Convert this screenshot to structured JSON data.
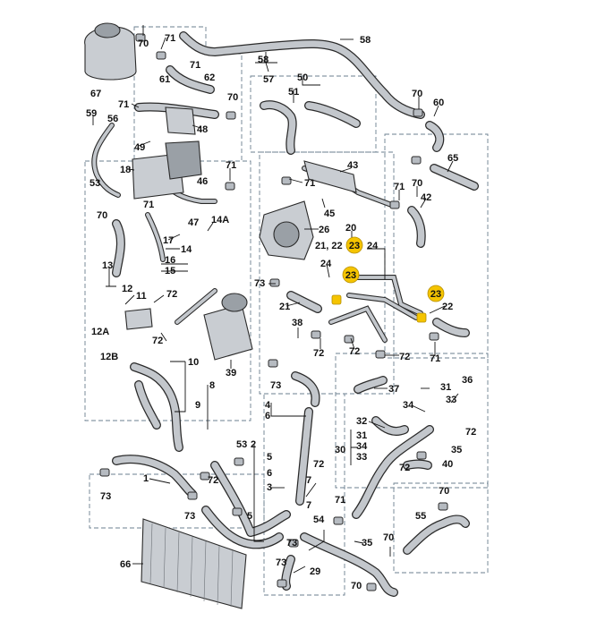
{
  "labels": {
    "l70a": "70",
    "l71a": "71",
    "l71b": "71",
    "l58": "58",
    "l67": "67",
    "l61": "61",
    "l62": "62",
    "l70b": "70",
    "l58b": "58",
    "l57": "57",
    "l50": "50",
    "l51": "51",
    "l70c": "70",
    "l60": "60",
    "l59": "59",
    "l56": "56",
    "l71c": "71",
    "l48": "48",
    "l49": "49",
    "l65": "65",
    "l18": "18",
    "l43": "43",
    "l71d": "71",
    "l71e": "71",
    "l53": "53",
    "l46": "46",
    "l42": "42",
    "l71f": "71",
    "l70d": "70",
    "l71g": "71",
    "l45": "45",
    "l47": "47",
    "l14A": "14A",
    "l17": "17",
    "l20": "20",
    "l26": "26",
    "l14": "14",
    "l16": "16",
    "l2122": "21, 22",
    "l24a": "24",
    "l15": "15",
    "l13": "13",
    "l24b": "24",
    "l12": "12",
    "l73a": "73",
    "l72a": "72",
    "l11": "11",
    "l21": "21",
    "l22": "22",
    "l38": "38",
    "l12A": "12A",
    "l72b": "72",
    "l72c": "72",
    "l72d": "72",
    "l72e": "72",
    "l12B": "12B",
    "l39": "39",
    "l71h": "71",
    "l10": "10",
    "l73b": "73",
    "l36": "36",
    "l8": "8",
    "l37": "37",
    "l31a": "31",
    "l4": "4",
    "l33a": "33",
    "l9": "9",
    "l34a": "34",
    "l6a": "6",
    "l32": "32",
    "l31b": "31",
    "l72f": "72",
    "l30": "30",
    "l34b": "34",
    "l35a": "35",
    "l33b": "33",
    "l53b": "53",
    "l2": "2",
    "l72g": "72",
    "l40": "40",
    "l1": "1",
    "l72h": "72",
    "l5a": "5",
    "l6b": "6",
    "l73c": "73",
    "l3": "3",
    "l7a": "7",
    "l70e": "70",
    "l71i": "71",
    "l73d": "73",
    "l5b": "5",
    "l7b": "7",
    "l55": "55",
    "l54": "54",
    "l73e": "73",
    "l35b": "35",
    "l70f": "70",
    "l66": "66",
    "l73f": "73",
    "l29": "29",
    "l70g": "70"
  },
  "highlights": {
    "h23a": "23",
    "h23b": "23",
    "h23c": "23"
  },
  "colors": {
    "highlight": "#f5c400",
    "line": "#2a2a2a",
    "part_fill": "#c9cdd2",
    "dashed": "#6b7f8f"
  }
}
